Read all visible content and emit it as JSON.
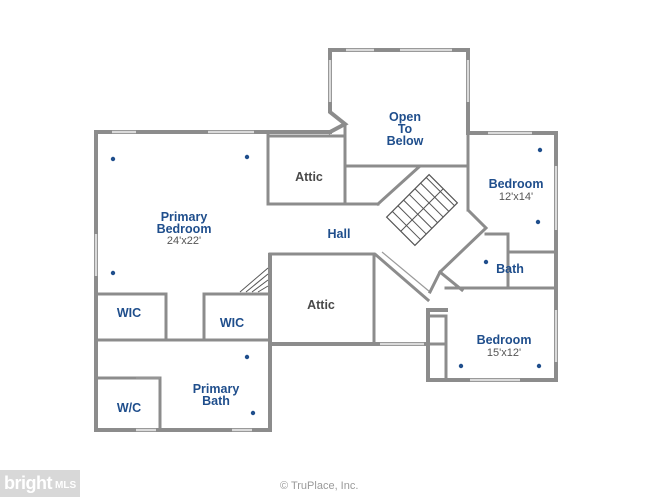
{
  "rooms": {
    "open_to_below": {
      "line1": "Open",
      "line2": "To",
      "line3": "Below"
    },
    "primary_bedroom": {
      "line1": "Primary",
      "line2": "Bedroom",
      "dim": "24'x22'"
    },
    "attic_top": {
      "name": "Attic"
    },
    "hall": {
      "name": "Hall"
    },
    "attic_bottom": {
      "name": "Attic"
    },
    "bedroom_top": {
      "name": "Bedroom",
      "dim": "12'x14'"
    },
    "bath": {
      "name": "Bath"
    },
    "bedroom_bottom": {
      "name": "Bedroom",
      "dim": "15'x12'"
    },
    "wic_left": {
      "name": "WIC"
    },
    "wic_right": {
      "name": "WIC"
    },
    "primary_bath": {
      "line1": "Primary",
      "line2": "Bath"
    },
    "wc": {
      "name": "W/C"
    }
  },
  "logo": {
    "word": "bright",
    "suffix": "MLS"
  },
  "copyright": "© TruPlace, Inc.",
  "colors": {
    "label": "#1f4e8c",
    "wall": "#8c8c8c",
    "attic_label": "#4a4a4a"
  }
}
